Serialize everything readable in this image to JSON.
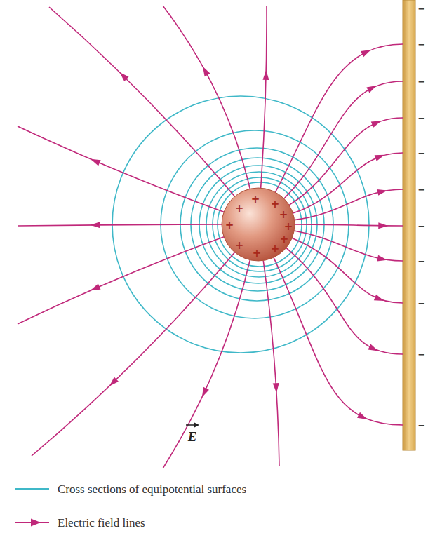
{
  "diagram": {
    "labels": [
      "+",
      "+",
      "+",
      "+",
      "+",
      "+",
      "+",
      "+",
      "+",
      "+",
      "−",
      "−",
      "−",
      "−",
      "−",
      "−",
      "−",
      "−",
      "−",
      "−",
      "−",
      "E"
    ],
    "legend": [
      {
        "text": "Cross sections of equipotential surfaces"
      },
      {
        "text": "Electric field lines"
      }
    ]
  }
}
